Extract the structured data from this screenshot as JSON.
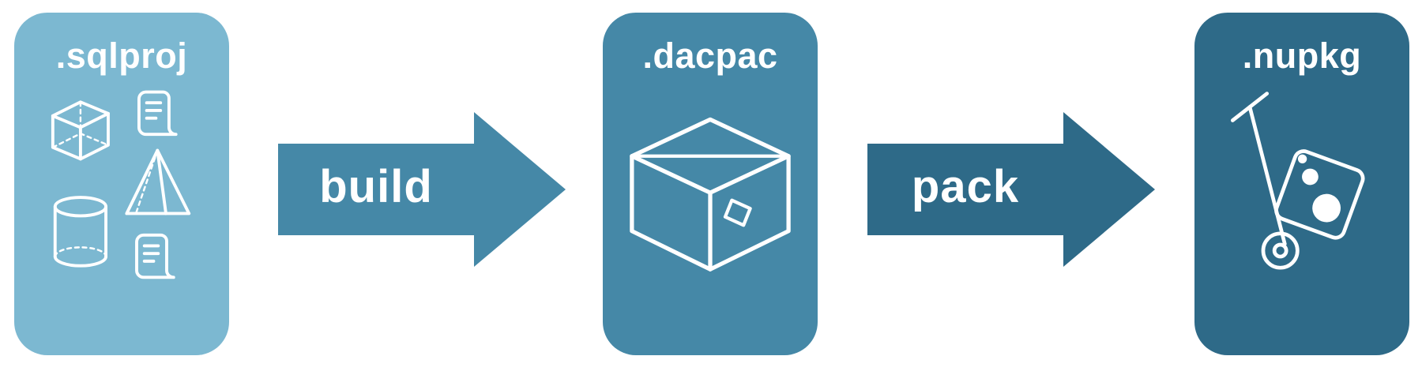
{
  "canvas": {
    "background": "#ffffff"
  },
  "nodes": [
    {
      "id": "sqlproj",
      "label": ".sqlproj",
      "color": "#7CB8D1",
      "icon": "sql-objects-icon"
    },
    {
      "id": "dacpac",
      "label": ".dacpac",
      "color": "#4588A7",
      "icon": "package-box-icon"
    },
    {
      "id": "nupkg",
      "label": ".nupkg",
      "color": "#2E6A88",
      "icon": "hand-truck-nuget-icon"
    }
  ],
  "arrows": [
    {
      "id": "build",
      "label": "build",
      "color": "#4588A7"
    },
    {
      "id": "pack",
      "label": "pack",
      "color": "#2E6A88"
    }
  ]
}
